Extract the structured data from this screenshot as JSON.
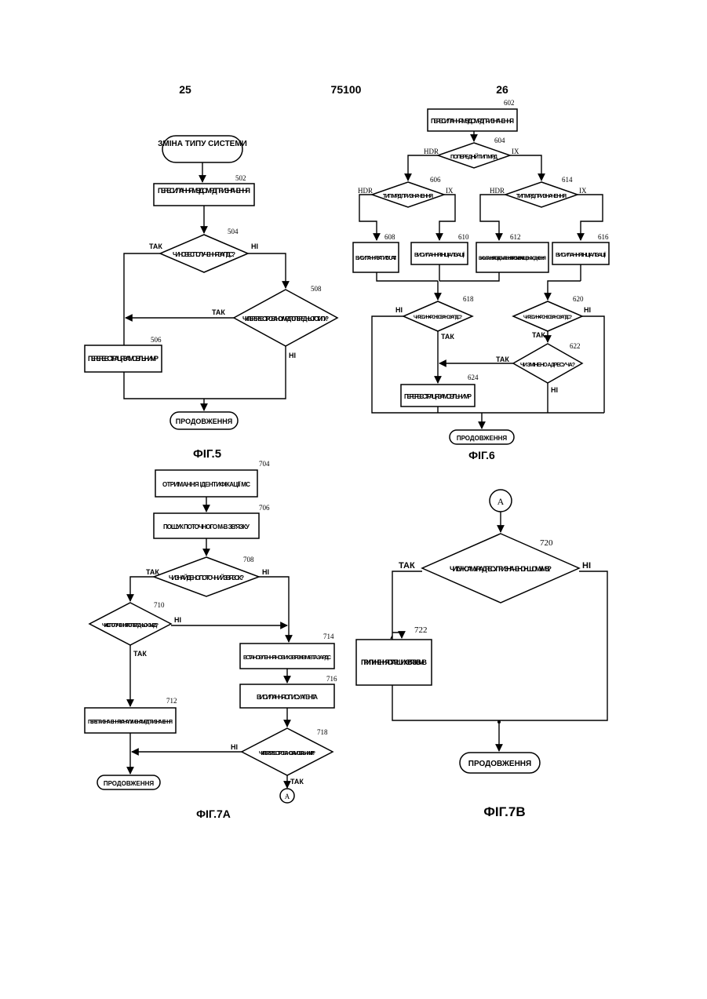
{
  "header": {
    "left_page": "25",
    "center": "75100",
    "right_page": "26"
  },
  "fig5": {
    "caption": "ФІГ.5",
    "start": "ЗМІНА ТИПУ СИСТЕМИ",
    "n502": "502",
    "b502": "ПЕРЕСИЛАННЯ IMSI ДО МРД ПРИЗНАЧЕННЯ",
    "n504": "504",
    "d504": "ЧИ НОВЕ СПОЛУЧЕННЯ ЗА ПДС?",
    "yes": "ТАК",
    "no": "НІ",
    "n508": "508",
    "d508": "ЧИ ПЕРЕРЕЄСТРОВАНО У МРД ПОПЕРЕДНЬОГО ТИПУ?",
    "n506": "506",
    "b506": "ПЕРЕРЕЄСТРАЦІЯ ЗА МОБІЛЬНИМ IP",
    "end": "ПРОДОВЖЕННЯ"
  },
  "fig6": {
    "caption": "ФІГ.6",
    "n602": "602",
    "b602": "ПЕРЕСИЛАННЯ IMSI ДО МРД ПРИЗНАЧЕННЯ",
    "n604": "604",
    "d604": "ПОПЕРЕДНІЙ ТИП МРД",
    "hdr": "HDR",
    "ix": "IX",
    "n606": "606",
    "d606": "ТИП МРД ПРИЗНАЧЕННЯ",
    "n614": "614",
    "d614": "ТИП МРД ПРИЗНАЧЕННЯ",
    "n608": "608",
    "b608": "ВИСИЛАННЯ ЗАПИТУ UATI",
    "n610": "610",
    "b610": "ВИСИЛАННЯ ІНІЦІАЛІЗАЦІЇ",
    "n612": "612",
    "b612": "ВИСИЛАННЯ ПОВІДОМЛЕННЯ ПРО ЗМІНУ МІСЦЕЗНАХОДЖЕННЯ",
    "n616": "616",
    "b616": "ВИСИЛАННЯ ІНІЦІАЛІЗАЦІЇ",
    "n618": "618",
    "d618": "ЧИ РЕСИНХРОНІЗОВАНО ЗА ПДС?",
    "n620": "620",
    "d620": "ЧИ РЕСИНХРОНІЗОВАНО ЗА ПДС?",
    "n622": "622",
    "d622": "ЧИ ЗМІНЕНО АДРЕСУ ЧА?",
    "n624": "624",
    "b624": "ПЕРЕРЕЄСТРАЦІЯ ЗА МОБІЛЬНИМ IP",
    "yes": "ТАК",
    "no": "НІ",
    "end": "ПРОДОВЖЕННЯ"
  },
  "fig7a": {
    "caption": "ФІГ.7А",
    "n704": "704",
    "b704": "ОТРИМАННЯ ІДЕНТИФІКАЦІЇ МС",
    "n706": "706",
    "b706": "ПОШУК ПОТОЧНОГО М-В ЗВ'ЯЗКУ",
    "n708": "708",
    "d708": "ЧИ ЗНАЙДЕНО ПОТОЧНИЙ ЗВ'ЯЗОК?",
    "n710": "710",
    "d710": "ЧИ Є СПОЛУЧЕННЯ ПОПЕРЕДНЬОЮ МРД?",
    "n712": "712",
    "b712": "ПЕРЕПРИЗНАЧЕННЯ КАНАЛУ М-В НА МРД ПРИЗНАЧЕННЯ",
    "n714": "714",
    "b714": "ВСТАНОВЛЕННЯ НОВИХ ЗВ'ЯЗКІВ М-В ТА ЗА РДС",
    "n716": "716",
    "b716": "ВИСИЛАННЯ ОПИСУ АГЕНТА",
    "n718": "718",
    "d718": "ЧИ ПЕРЕРЕЄСТРОВАНО ЗА МОБІЛЬНИМ IP?",
    "yes": "ТАК",
    "no": "НІ",
    "end": "ПРОДОВЖЕННЯ",
    "connector": "A"
  },
  "fig7b": {
    "caption": "ФІГ.7В",
    "connector": "A",
    "n720": "720",
    "d720": "ЧИ ТУ Ж САМУ IP-АДРЕСУ ПРИЗНАЧЕНО ІНШОМУ IMSI?",
    "n722": "722",
    "b722": "ПРИПИНЕННЯ СТАРІШИХ ЗВ'ЯЗКІВ М-В",
    "yes": "ТАК",
    "no": "НІ",
    "end": "ПРОДОВЖЕННЯ"
  }
}
